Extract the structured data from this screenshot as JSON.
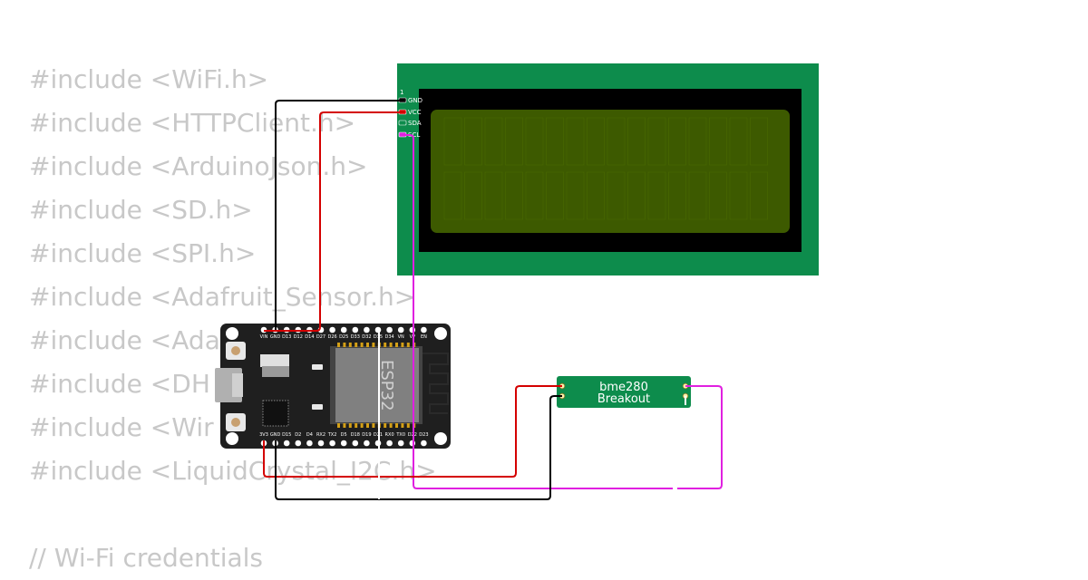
{
  "code_lines": [
    "#include <WiFi.h>",
    "#include <HTTPClient.h>",
    "#include <ArduinoJson.h>",
    "#include <SD.h>",
    "#include <SPI.h>",
    "#include <Adafruit_Sensor.h>",
    "#include <Ada",
    "#include <DH",
    "#include <Wir",
    "#include <LiquidCrystal_I2C.h>",
    "",
    "// Wi-Fi credentials"
  ],
  "lcd": {
    "pin_1_label": "1",
    "pins": [
      "GND",
      "VCC",
      "SDA",
      "SCL"
    ]
  },
  "esp32": {
    "chip_label": "ESP32",
    "top_pins": [
      "VIN",
      "GND",
      "D13",
      "D12",
      "D14",
      "D27",
      "D26",
      "D25",
      "D33",
      "D32",
      "D35",
      "D34",
      "VN",
      "VP",
      "EN"
    ],
    "bottom_pins": [
      "3V3",
      "GND",
      "D15",
      "D2",
      "D4",
      "RX2",
      "TX2",
      "D5",
      "D18",
      "D19",
      "D21",
      "RX0",
      "TX0",
      "D22",
      "D23"
    ]
  },
  "bme280": {
    "line1": "bme280",
    "line2": "Breakout"
  },
  "colors": {
    "board_green": "#0d8c4c",
    "lcd_screen": "#3d5a00",
    "esp32_body": "#1f1f1f",
    "wire_black": "#000000",
    "wire_red": "#d40000",
    "wire_magenta": "#e020e0",
    "code_text": "#c8c8c8"
  }
}
